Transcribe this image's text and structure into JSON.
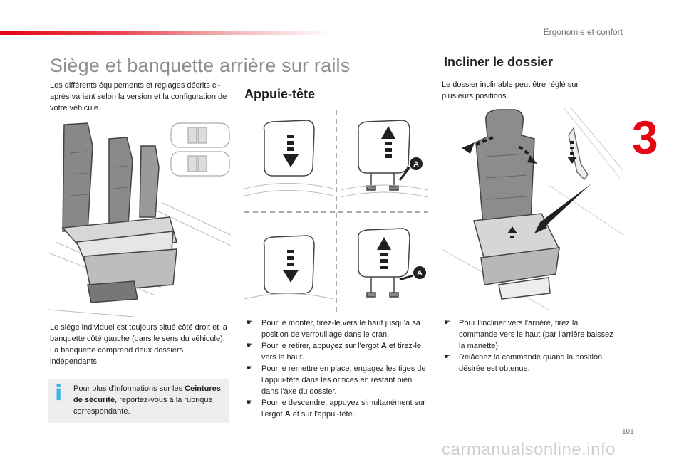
{
  "header": {
    "section_title": "Ergonomie et confort",
    "chapter_number": "3"
  },
  "main": {
    "title": "Siège et banquette arrière sur rails",
    "intro": "Les différents équipements et réglages décrits ci-après varient selon la version et la configuration de votre véhicule.",
    "seat_description": [
      "Le siège individuel est toujours situé côté droit et la banquette côté gauche (dans le sens du véhicule).",
      "La banquette comprend deux dossiers indépendants."
    ],
    "info_box": {
      "before": "Pour plus d'informations sur les ",
      "bold": "Ceintures de sécurité",
      "after": ", reportez-vous à la rubrique correspondante.",
      "icon": "info-icon"
    }
  },
  "headrest": {
    "title": "Appuie-tête",
    "marker_label": "A",
    "instructions": [
      {
        "text": "Pour le monter, tirez-le vers le haut jusqu'à sa position de verrouillage dans le cran."
      },
      {
        "before": "Pour le retirer, appuyez sur l'ergot ",
        "bold": "A",
        "after": " et tirez-le vers le haut."
      },
      {
        "text": "Pour le remettre en place, engagez les tiges de l'appui-tête dans les orifices en restant bien dans l'axe du dossier."
      },
      {
        "before": "Pour le descendre, appuyez simultanément sur l'ergot ",
        "bold": "A",
        "after": " et sur l'appui-tête."
      }
    ]
  },
  "recline": {
    "title": "Incliner le dossier",
    "intro": "Le dossier inclinable peut être réglé sur plusieurs positions.",
    "instructions": [
      "Pour l'incliner vers l'arrière, tirez la commande vers le haut (par l'arrière baissez la manette).",
      "Relâchez la commande quand la position désirée est obtenue."
    ]
  },
  "footer": {
    "page_number": "101",
    "watermark": "carmanualsonline.info"
  },
  "colors": {
    "accent_red": "#e30613",
    "info_blue": "#40b3e6",
    "title_gray": "#8e8e8e",
    "seat_gray": "#8a8a8a"
  }
}
